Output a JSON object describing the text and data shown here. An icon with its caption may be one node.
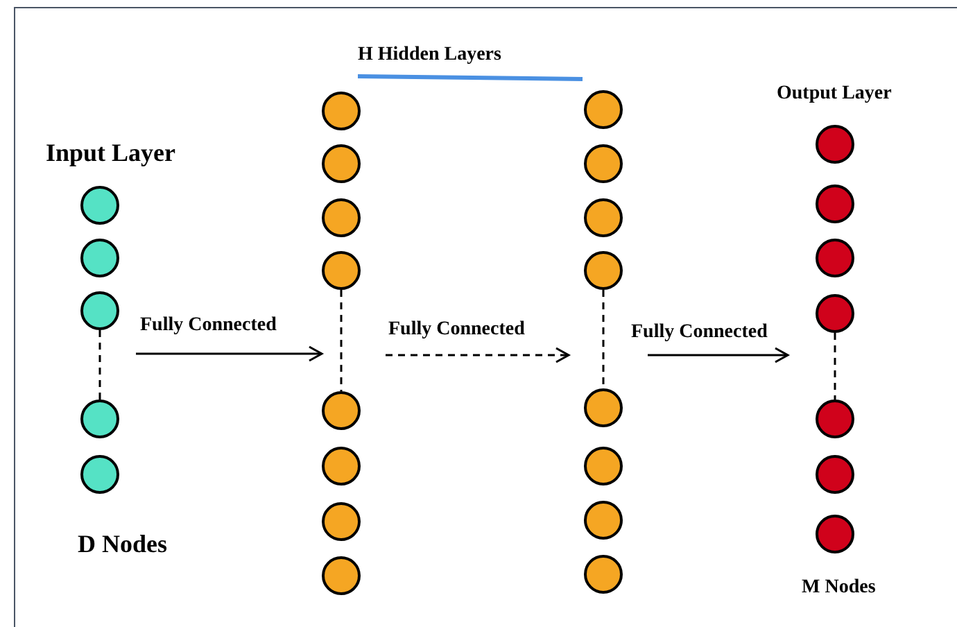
{
  "diagram": {
    "nodes": [
      {
        "text": [],
        "shape": "circle"
      },
      {
        "text": [],
        "shape": "circle"
      },
      {
        "text": [],
        "shape": "circle"
      },
      {
        "text": [],
        "shape": "circle"
      },
      {
        "text": [],
        "shape": "circle"
      },
      {
        "text": [],
        "shape": "circle"
      },
      {
        "text": [],
        "shape": "circle"
      },
      {
        "text": [],
        "shape": "circle"
      },
      {
        "text": [],
        "shape": "circle"
      },
      {
        "text": [],
        "shape": "circle"
      },
      {
        "text": [],
        "shape": "circle"
      },
      {
        "text": [],
        "shape": "circle"
      },
      {
        "text": [],
        "shape": "circle"
      },
      {
        "text": [],
        "shape": "circle"
      },
      {
        "text": [],
        "shape": "circle"
      },
      {
        "text": [],
        "shape": "circle"
      },
      {
        "text": [],
        "shape": "circle"
      },
      {
        "text": [],
        "shape": "circle"
      },
      {
        "text": [],
        "shape": "circle"
      },
      {
        "text": [],
        "shape": "circle"
      },
      {
        "text": [],
        "shape": "circle"
      },
      {
        "text": [],
        "shape": "circle"
      },
      {
        "text": [],
        "shape": "circle"
      },
      {
        "text": [],
        "shape": "circle"
      },
      {
        "text": [],
        "shape": "circle"
      },
      {
        "text": [],
        "shape": "circle"
      },
      {
        "text": [],
        "shape": "circle"
      },
      {
        "text": [],
        "shape": "circle"
      }
    ],
    "edges": [
      {
        "from": 2,
        "to": 3,
        "arrow": "none",
        "style": "dashed"
      },
      {
        "from": 8,
        "to": 9,
        "arrow": "none",
        "style": "dashed"
      },
      {
        "from": 16,
        "to": 17,
        "arrow": "none",
        "style": "dashed"
      },
      {
        "from": 24,
        "to": 25,
        "arrow": "none",
        "style": "dashed"
      }
    ],
    "labels": [
      "H Hidden Layers",
      "Output Layer",
      "Input Layer",
      "Fully Connected",
      "Fully Connected",
      "Fully Connected",
      "D Nodes",
      "M Nodes"
    ]
  }
}
